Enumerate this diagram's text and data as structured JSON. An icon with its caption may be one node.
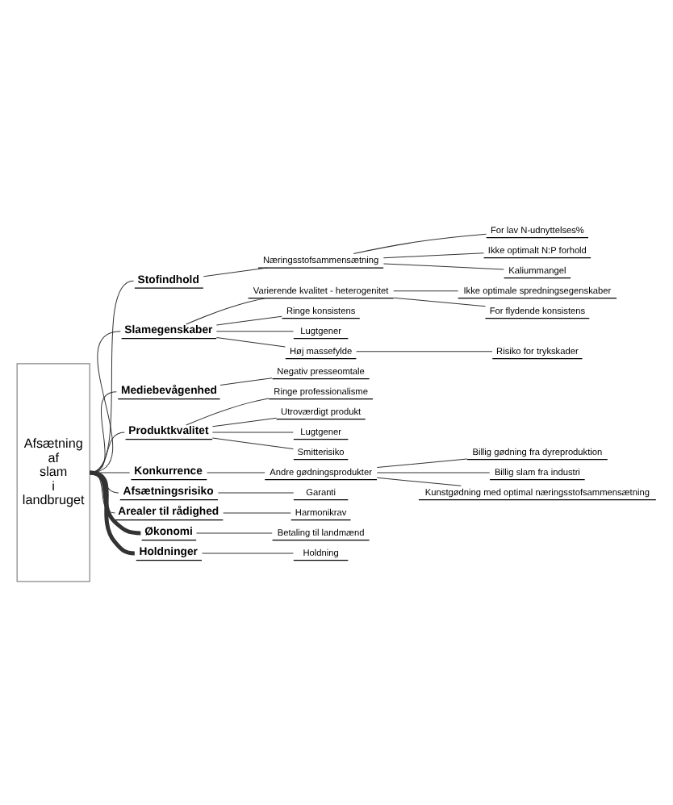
{
  "diagram": {
    "nodes": [
      {
        "text": [
          "Afsætning af slam i landbruget"
        ]
      },
      {
        "text": [
          "Stofindhold"
        ]
      },
      {
        "text": [
          "Næringsstofsammensætning"
        ]
      },
      {
        "text": [
          "For lav N-udnyttelses%"
        ]
      },
      {
        "text": [
          "Ikke optimalt N:P forhold"
        ]
      },
      {
        "text": [
          "Kaliummangel"
        ]
      },
      {
        "text": [
          "Slamegenskaber"
        ]
      },
      {
        "text": [
          "Varierende kvalitet - heterogenitet"
        ]
      },
      {
        "text": [
          "Ikke optimale spredningsegenskaber"
        ]
      },
      {
        "text": [
          "For flydende konsistens"
        ]
      },
      {
        "text": [
          "Ringe konsistens"
        ]
      },
      {
        "text": [
          "Lugtgener"
        ]
      },
      {
        "text": [
          "Høj massefylde"
        ]
      },
      {
        "text": [
          "Risiko for trykskader"
        ]
      },
      {
        "text": [
          "Mediebevågenhed"
        ]
      },
      {
        "text": [
          "Negativ presseomtale"
        ]
      },
      {
        "text": [
          "Produktkvalitet"
        ]
      },
      {
        "text": [
          "Ringe professionalisme"
        ]
      },
      {
        "text": [
          "Utroværdigt produkt"
        ]
      },
      {
        "text": [
          "Lugtgener"
        ]
      },
      {
        "text": [
          "Smitterisiko"
        ]
      },
      {
        "text": [
          "Konkurrence"
        ]
      },
      {
        "text": [
          "Andre gødningsprodukter"
        ]
      },
      {
        "text": [
          "Billig gødning fra dyreproduktion"
        ]
      },
      {
        "text": [
          "Billig slam fra industri"
        ]
      },
      {
        "text": [
          "Kunstgødning med optimal næringsstofsammensætning"
        ]
      },
      {
        "text": [
          "Afsætningsrisiko"
        ]
      },
      {
        "text": [
          "Garanti"
        ]
      },
      {
        "text": [
          "Arealer til rådighed"
        ]
      },
      {
        "text": [
          "Harmonikrav"
        ]
      },
      {
        "text": [
          "Økonomi"
        ]
      },
      {
        "text": [
          "Betaling til landmænd"
        ]
      },
      {
        "text": [
          "Holdninger"
        ]
      },
      {
        "text": [
          "Holdning"
        ]
      }
    ],
    "edges": [
      {
        "from": 0,
        "to": 1,
        "arrow": "none"
      },
      {
        "from": 1,
        "to": 2,
        "arrow": "none"
      },
      {
        "from": 2,
        "to": 3,
        "arrow": "none"
      },
      {
        "from": 2,
        "to": 4,
        "arrow": "none"
      },
      {
        "from": 2,
        "to": 5,
        "arrow": "none"
      },
      {
        "from": 0,
        "to": 6,
        "arrow": "none"
      },
      {
        "from": 6,
        "to": 7,
        "arrow": "none"
      },
      {
        "from": 7,
        "to": 8,
        "arrow": "none"
      },
      {
        "from": 7,
        "to": 9,
        "arrow": "none"
      },
      {
        "from": 6,
        "to": 10,
        "arrow": "none"
      },
      {
        "from": 6,
        "to": 11,
        "arrow": "none"
      },
      {
        "from": 6,
        "to": 12,
        "arrow": "none"
      },
      {
        "from": 12,
        "to": 13,
        "arrow": "none"
      },
      {
        "from": 0,
        "to": 14,
        "arrow": "none"
      },
      {
        "from": 14,
        "to": 15,
        "arrow": "none"
      },
      {
        "from": 0,
        "to": 16,
        "arrow": "none"
      },
      {
        "from": 16,
        "to": 17,
        "arrow": "none"
      },
      {
        "from": 16,
        "to": 18,
        "arrow": "none"
      },
      {
        "from": 16,
        "to": 19,
        "arrow": "none"
      },
      {
        "from": 16,
        "to": 20,
        "arrow": "none"
      },
      {
        "from": 0,
        "to": 21,
        "arrow": "none"
      },
      {
        "from": 21,
        "to": 22,
        "arrow": "none"
      },
      {
        "from": 22,
        "to": 23,
        "arrow": "none"
      },
      {
        "from": 22,
        "to": 24,
        "arrow": "none"
      },
      {
        "from": 22,
        "to": 25,
        "arrow": "none"
      },
      {
        "from": 0,
        "to": 26,
        "arrow": "none"
      },
      {
        "from": 26,
        "to": 27,
        "arrow": "none"
      },
      {
        "from": 0,
        "to": 28,
        "arrow": "none"
      },
      {
        "from": 28,
        "to": 29,
        "arrow": "none"
      },
      {
        "from": 0,
        "to": 30,
        "arrow": "none",
        "style": "thick"
      },
      {
        "from": 30,
        "to": 31,
        "arrow": "none"
      },
      {
        "from": 0,
        "to": 32,
        "arrow": "none",
        "style": "thick"
      },
      {
        "from": 32,
        "to": 33,
        "arrow": "none"
      }
    ]
  }
}
